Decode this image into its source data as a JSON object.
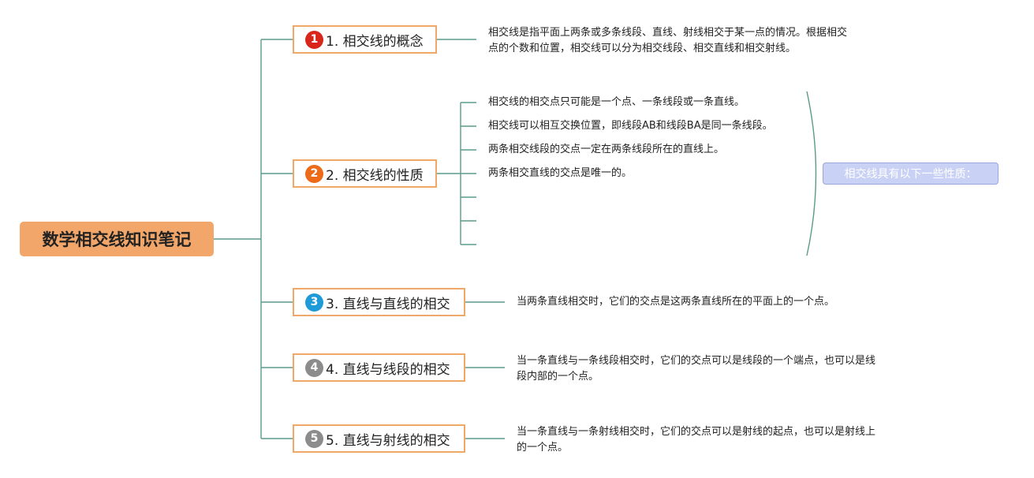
{
  "root": {
    "title": "数学相交线知识笔记"
  },
  "branches": [
    {
      "number": "1",
      "label": "1. 相交线的概念",
      "badge_color": "#d9261c"
    },
    {
      "number": "2",
      "label": "2. 相交线的性质",
      "badge_color": "#ec6a18"
    },
    {
      "number": "3",
      "label": "3. 直线与直线的相交",
      "badge_color": "#1e9ad8"
    },
    {
      "number": "4",
      "label": "4. 直线与线段的相交",
      "badge_color": "#8c8c8c"
    },
    {
      "number": "5",
      "label": "5. 直线与射线的相交",
      "badge_color": "#8c8c8c"
    }
  ],
  "concept": {
    "text_line1": "相交线是指平面上两条或多条线段、直线、射线相交于某一点的情况。根据相交",
    "text_line2": "点的个数和位置，相交线可以分为相交线段、相交直线和相交射线。"
  },
  "properties": {
    "items": [
      "相交线的相交点只可能是一个点、一条线段或一条直线。",
      "相交线可以相互交换位置，即线段AB和线段BA是同一条线段。",
      "两条相交线段的交点一定在两条线段所在的直线上。",
      "两条相交直线的交点是唯一的。"
    ],
    "summary": "相交线具有以下一些性质："
  },
  "line_line": {
    "text_line1": "当两条直线相交时，它们的交点是这两条直线所在的平面上的一个点。"
  },
  "line_segment": {
    "text_line1": "当一条直线与一条线段相交时，它们的交点可以是线段的一个端点，也可以是线",
    "text_line2": "段内部的一个点。"
  },
  "line_ray": {
    "text_line1": "当一条直线与一条射线相交时，它们的交点可以是射线的起点，也可以是射线上",
    "text_line2": "的一个点。"
  },
  "colors": {
    "connector": "#5b9a8b",
    "branch_border": "#f0a868",
    "root_fill": "#f2a66a"
  }
}
